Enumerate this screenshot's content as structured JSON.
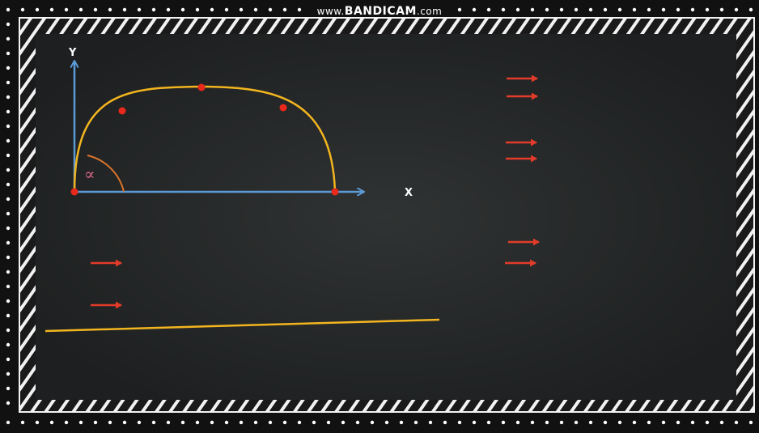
{
  "watermark": {
    "prefix": "www.",
    "brand": "BANDICAM",
    "suffix": ".com"
  },
  "diagram": {
    "y_axis_label": "Y",
    "x_axis_label": "X",
    "angle_label": "∝"
  },
  "colors": {
    "board": "#26292a",
    "frame": "#f2f2f2",
    "axis": "#5b9bd5",
    "semicircle": "#f2b51f",
    "points": "#e8291c",
    "arrows": "#e33b2a",
    "angle_arc": "#d9742b",
    "angle_label": "#e26a8a",
    "baseline": "#f2b51f"
  }
}
